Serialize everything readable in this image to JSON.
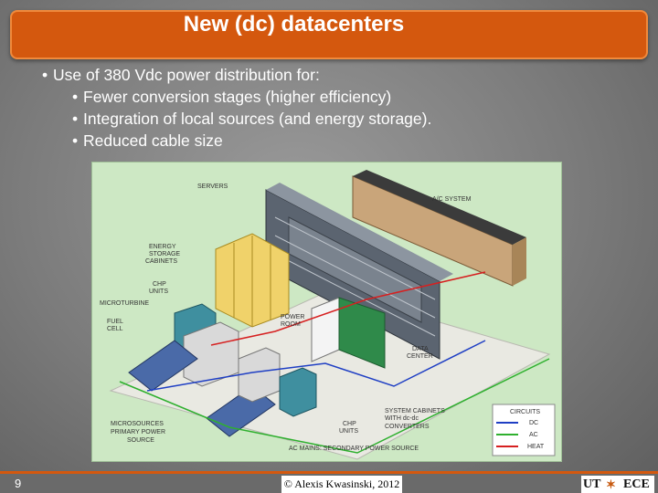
{
  "title": "New (dc) datacenters",
  "bullets": {
    "main": "Use of 380 Vdc power distribution for:",
    "sub": [
      "Fewer conversion stages (higher efficiency)",
      "Integration of local sources (and energy storage).",
      "Reduced cable size"
    ],
    "marker": "•"
  },
  "figure": {
    "labels": {
      "servers": "SERVERS",
      "ac_system": "A/C SYSTEM",
      "energy_storage_1": "ENERGY",
      "energy_storage_2": "STORAGE",
      "energy_storage_3": "CABINETS",
      "chp_top_1": "CHP",
      "chp_top_2": "UNITS",
      "microturbine": "MICROTURBINE",
      "fuel_cell_1": "FUEL",
      "fuel_cell_2": "CELL",
      "power_room_1": "POWER",
      "power_room_2": "ROOM",
      "data_center_1": "DATA",
      "data_center_2": "CENTER",
      "microsources_1": "MICROSOURCES",
      "microsources_2": "PRIMARY POWER",
      "microsources_3": "SOURCE",
      "chp_bottom_1": "CHP",
      "chp_bottom_2": "UNITS",
      "cabinets_1": "SYSTEM CABINETS",
      "cabinets_2": "WITH dc-dc",
      "cabinets_3": "CONVERTERS",
      "ac_mains": "AC MAINS: SECONDARY POWER SOURCE"
    },
    "legend": {
      "title": "CIRCUITS",
      "items": [
        {
          "label": "DC",
          "color": "#1f3fc4"
        },
        {
          "label": "AC",
          "color": "#2fb02f"
        },
        {
          "label": "HEAT",
          "color": "#d62020"
        }
      ]
    }
  },
  "footer": {
    "slide_number": "9",
    "copyright": "© Alexis Kwasinski, 2012",
    "logo_left": "UT",
    "logo_mid": "✶",
    "logo_right": "ECE"
  },
  "colors": {
    "accent": "#d4580e",
    "figure_bg": "#cde8c4"
  }
}
